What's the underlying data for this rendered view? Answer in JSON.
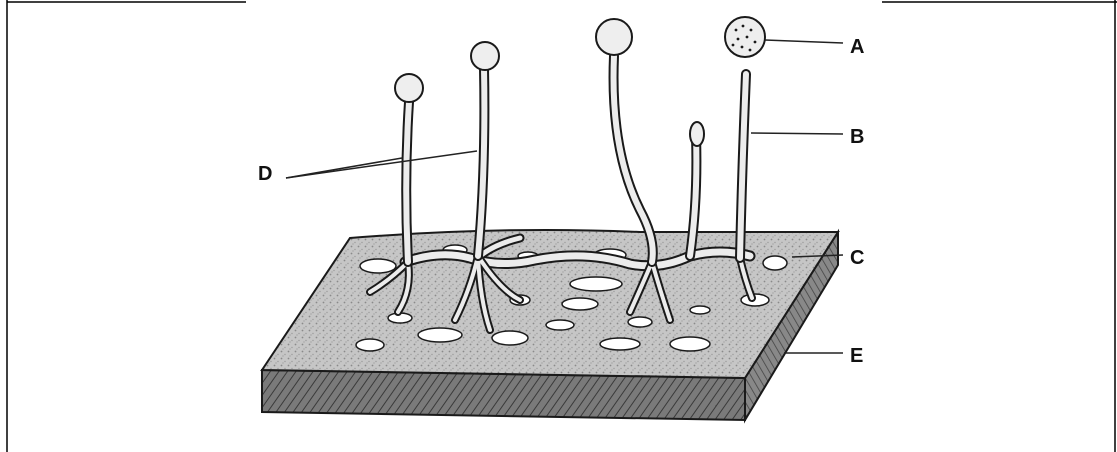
{
  "diagram": {
    "labels": {
      "A": "A",
      "B": "B",
      "C": "C",
      "D": "D",
      "E": "E"
    }
  },
  "colors": {
    "ink": "#1a1a1a",
    "substrate_top": "#c4c4c4",
    "substrate_side": "#6e6e6e",
    "hypha_fill": "#ececec",
    "frame": "#000000"
  },
  "icons": {
    "sporangium": "sporangium-icon",
    "sporangiophore": "sporangiophore-icon",
    "stolon": "stolon-icon",
    "rhizoid": "rhizoid-icon",
    "substrate": "bread-substrate-icon"
  }
}
